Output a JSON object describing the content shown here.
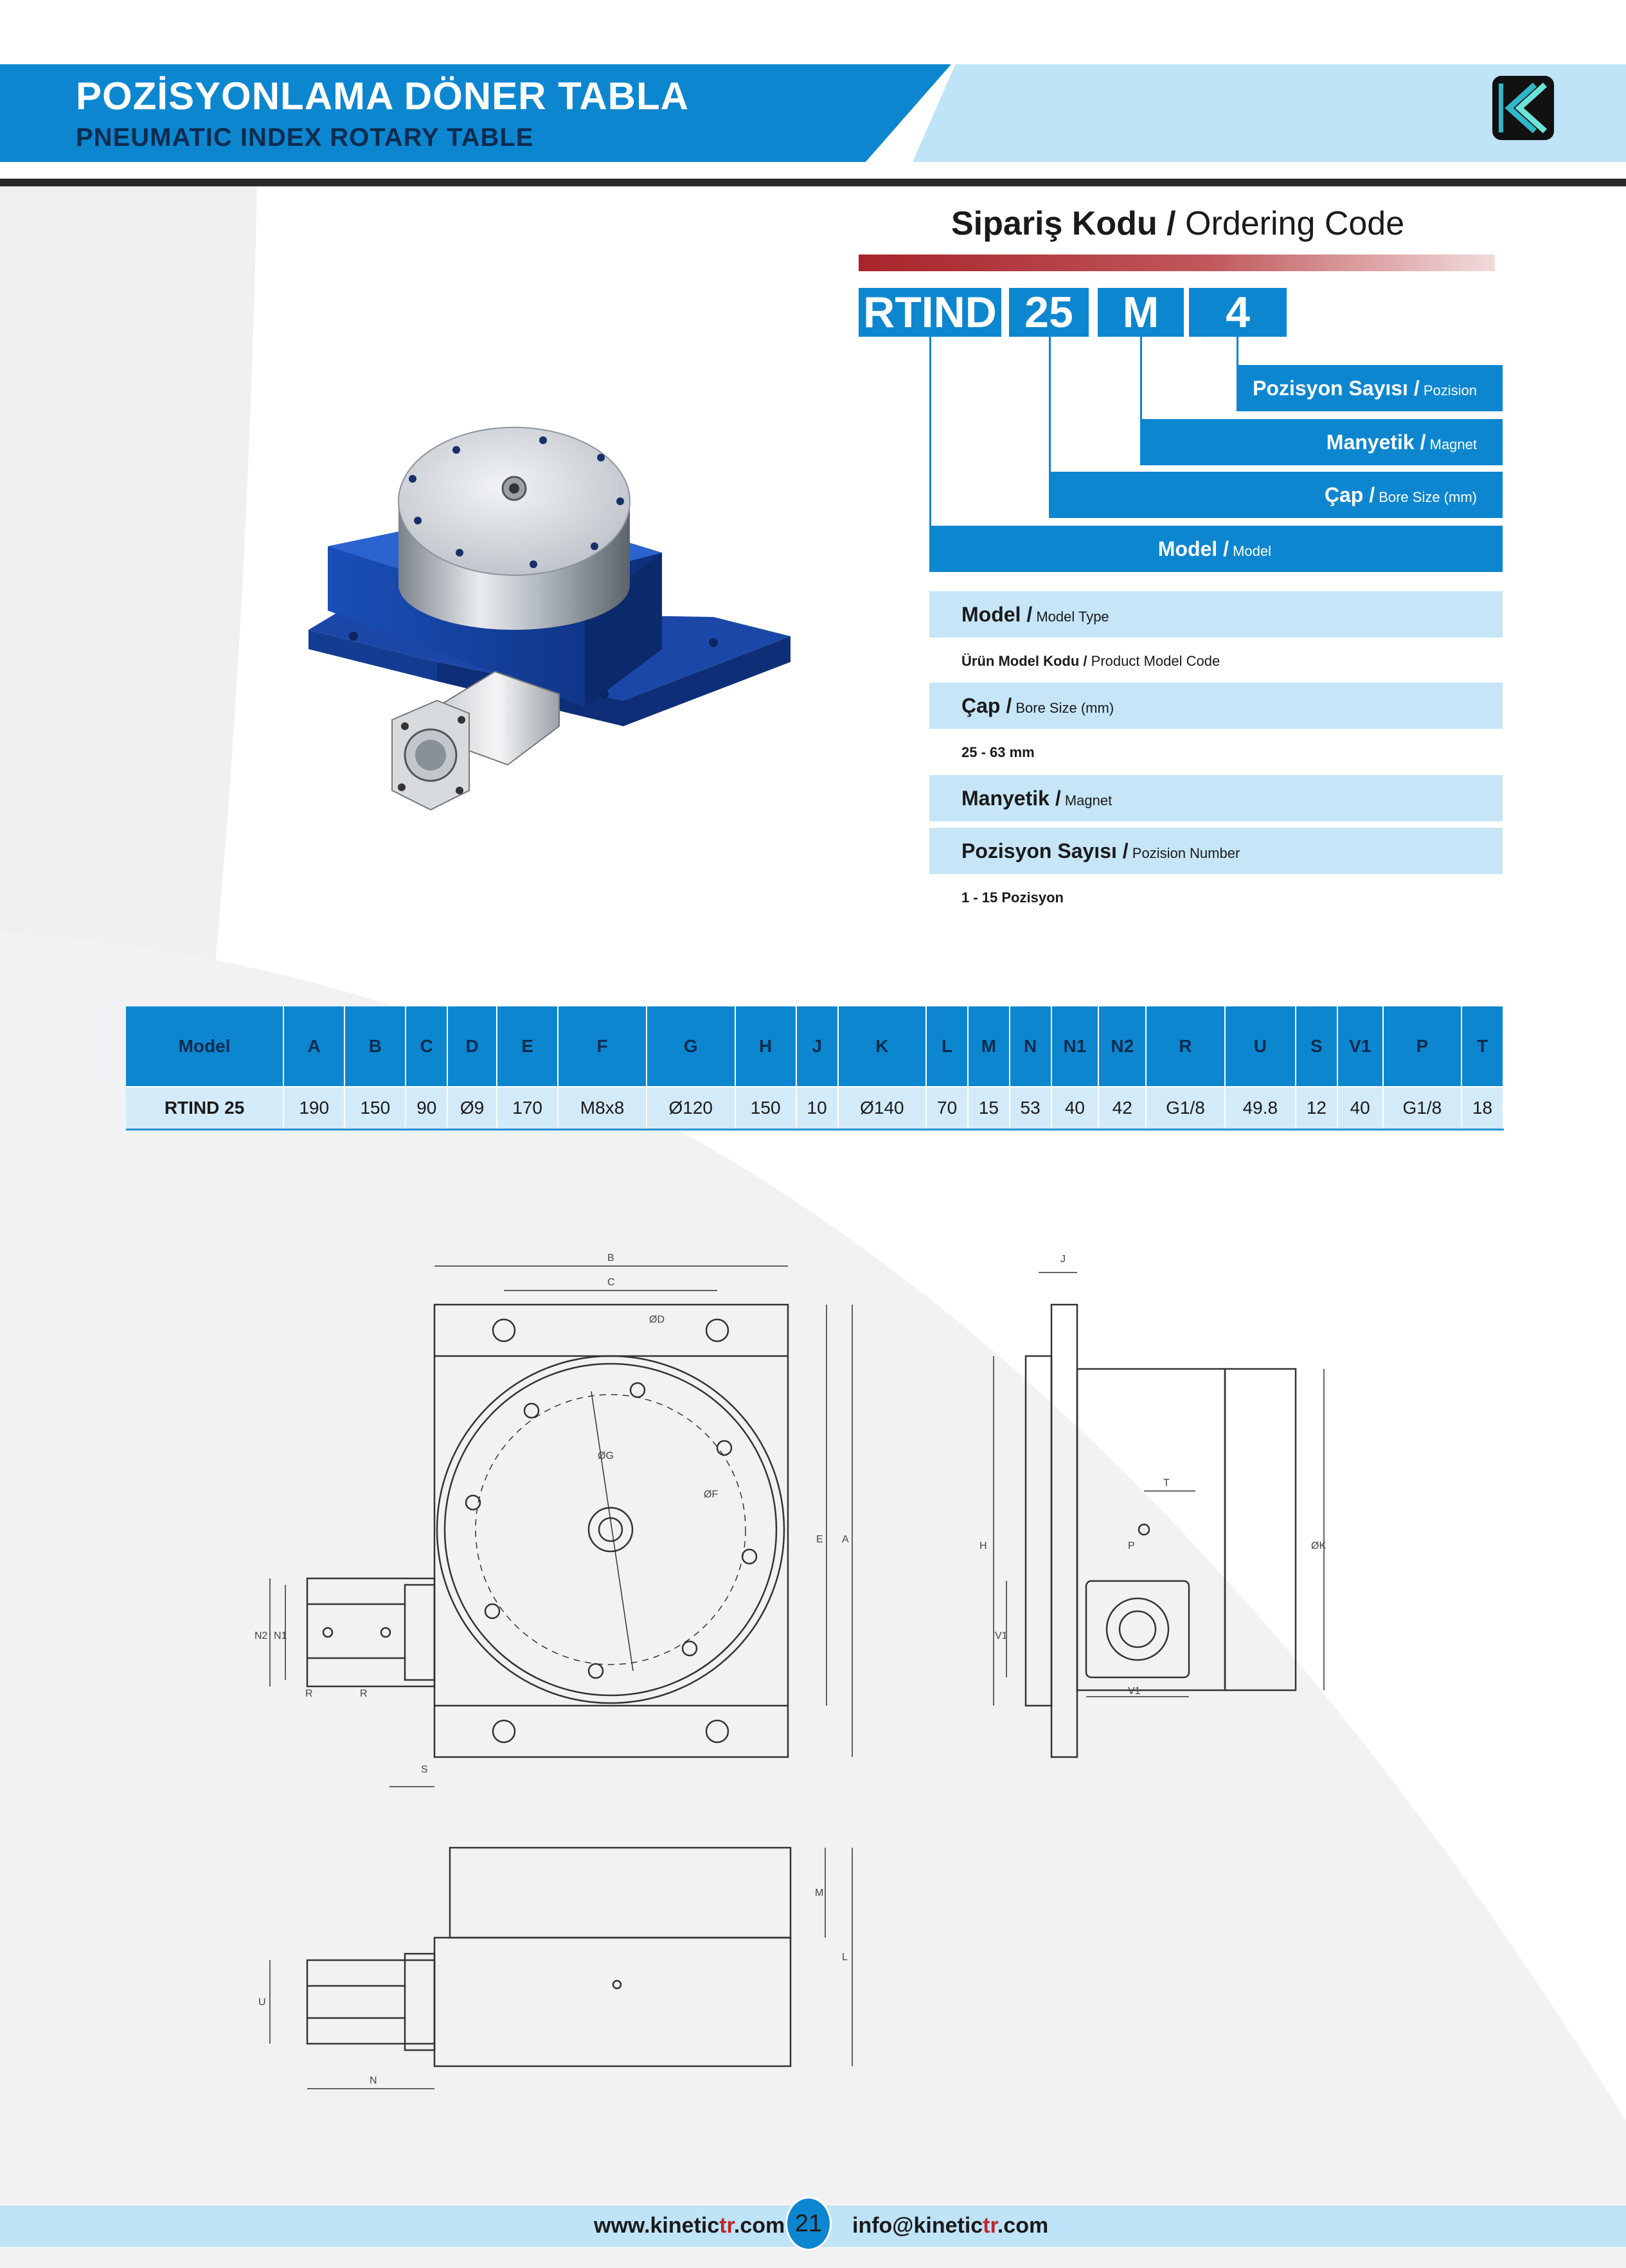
{
  "header": {
    "title": "POZİSYONLAMA DÖNER TABLA",
    "subtitle": "PNEUMATIC INDEX ROTARY TABLE",
    "logo_icon": "kinetic-chevron-logo-icon"
  },
  "ordering": {
    "title_bold": "Sipariş Kodu /",
    "title_rest": " Ordering Code",
    "code_parts": [
      "RTIND",
      "25",
      "M",
      "4"
    ],
    "bars": [
      {
        "bold": "Pozisyon Sayısı /",
        "small": " Pozision"
      },
      {
        "bold": "Manyetik /",
        "small": " Magnet"
      },
      {
        "bold": "Çap /",
        "small": " Bore Size (mm)"
      },
      {
        "bold": "Model /",
        "small": " Model"
      }
    ]
  },
  "specs": [
    {
      "bold": "Model /",
      "small": " Model Type",
      "value_bold": "Ürün Model Kodu /",
      "value_small": " Product Model Code"
    },
    {
      "bold": "Çap /",
      "small": " Bore Size (mm)",
      "value_bold": "25 - 63 mm",
      "value_small": ""
    },
    {
      "bold": "Manyetik /",
      "small": " Magnet",
      "value_bold": "",
      "value_small": ""
    },
    {
      "bold": "Pozisyon Sayısı /",
      "small": " Pozision Number",
      "value_bold": "1 - 15 Pozisyon",
      "value_small": ""
    }
  ],
  "table": {
    "headers": [
      "Model",
      "A",
      "B",
      "C",
      "D",
      "E",
      "F",
      "G",
      "H",
      "J",
      "K",
      "L",
      "M",
      "N",
      "N1",
      "N2",
      "R",
      "U",
      "S",
      "V1",
      "P",
      "T"
    ],
    "rows": [
      [
        "RTIND 25",
        "190",
        "150",
        "90",
        "Ø9",
        "170",
        "M8x8",
        "Ø120",
        "150",
        "10",
        "Ø140",
        "70",
        "15",
        "53",
        "40",
        "42",
        "G1/8",
        "49.8",
        "12",
        "40",
        "G1/8",
        "18"
      ]
    ]
  },
  "drawing_labels": {
    "top_view": [
      "B",
      "C",
      "ØD",
      "ØG",
      "ØF",
      "E",
      "A",
      "N2",
      "N1",
      "R",
      "R",
      "S"
    ],
    "side_view": [
      "J",
      "T",
      "P",
      "H",
      "V1",
      "V1",
      "ØK"
    ],
    "front_view": [
      "M",
      "L",
      "U",
      "N"
    ]
  },
  "footer": {
    "web_pre": "www.kinetic",
    "web_red": "tr",
    "web_post": ".com",
    "page": "21",
    "mail_pre": "info@kinetic",
    "mail_red": "tr",
    "mail_post": ".com"
  },
  "colors": {
    "brand_blue": "#0d86d0",
    "light_blue": "#c6e6f8",
    "dark_navy": "#0b2c4f",
    "accent_red": "#c0252d"
  }
}
